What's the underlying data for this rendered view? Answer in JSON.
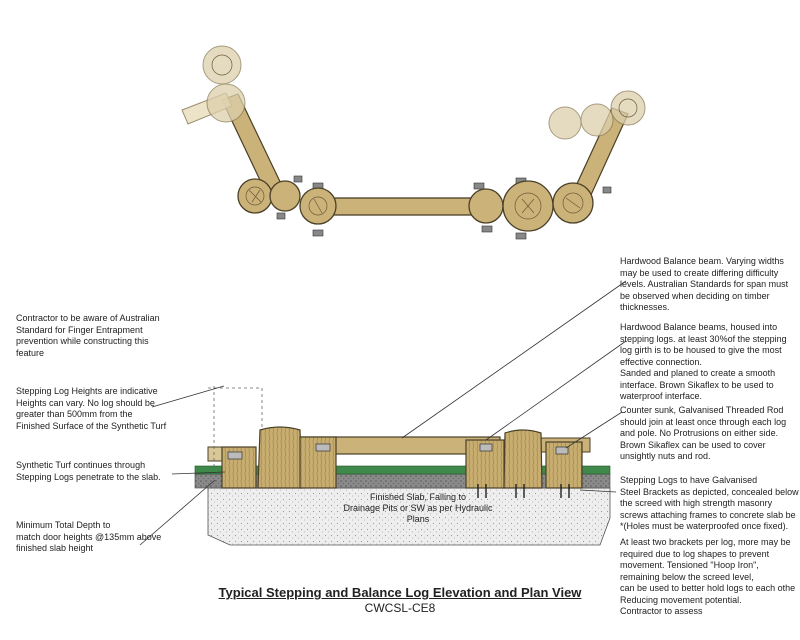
{
  "title": "Typical Stepping and Balance Log Elevation and Plan View",
  "drawing_code": "CWCSL-CE8",
  "notes_left": {
    "finger_entrapment": "Contractor to be aware of Australian\nStandard for Finger Entrapment\nprevention while constructing this\nfeature",
    "log_heights": "Stepping Log Heights are indicative\nHeights can vary. No log should be\ngreater than 500mm from the\nFinished Surface of the Synthetic Turf",
    "synthetic_turf": "Synthetic Turf continues through\nStepping Logs penetrate to the slab.",
    "min_depth": "Minimum Total Depth to\nmatch door heights @135mm above\nfinished slab height"
  },
  "notes_right": {
    "beam_widths": "Hardwood Balance beam. Varying widths\nmay be used to create differing difficulty\nlevels. Australian Standards for span must\nbe observed when deciding on timber\nthicknesses.",
    "beam_housed": "Hardwood Balance beams, housed into\nstepping logs. at least 30%of the stepping\nlog girth is to be housed to give the most\neffective connection.\nSanded and planed to create a smooth\ninterface. Brown Sikaflex to be used to\nwaterproof interface.",
    "threaded_rod": "Counter sunk, Galvanised Threaded Rod\nshould join at least once through each log\nand pole. No Protrusions on either side.\nBrown Sikaflex can be used to cover\nunsightly nuts and rod.",
    "brackets": "Stepping Logs to have Galvanised\nSteel Brackets as depicted, concealed below\nthe screed with high strength masonry\nscrews attaching frames to concrete slab be\n*(Holes must be waterproofed once fixed).",
    "hoop_iron": "At least two brackets per log, more may be\nrequired due to log shapes to prevent\nmovement. Tensioned \"Hoop Iron\",\nremaining below the screed level,\ncan be used to better hold logs to each othe\nReducing movement potential.\nContractor to assess"
  },
  "slab_label": "Finished Slab, Falling to\nDrainage Pits or SW as per Hydraulic\nPlans",
  "colors": {
    "log_fill": "#cbb278",
    "log_stroke": "#4a4028",
    "log_faded": "#ddd0ac",
    "turf": "#3f8a4a",
    "screed": "#9a9a9a",
    "slab": "#ececec"
  }
}
